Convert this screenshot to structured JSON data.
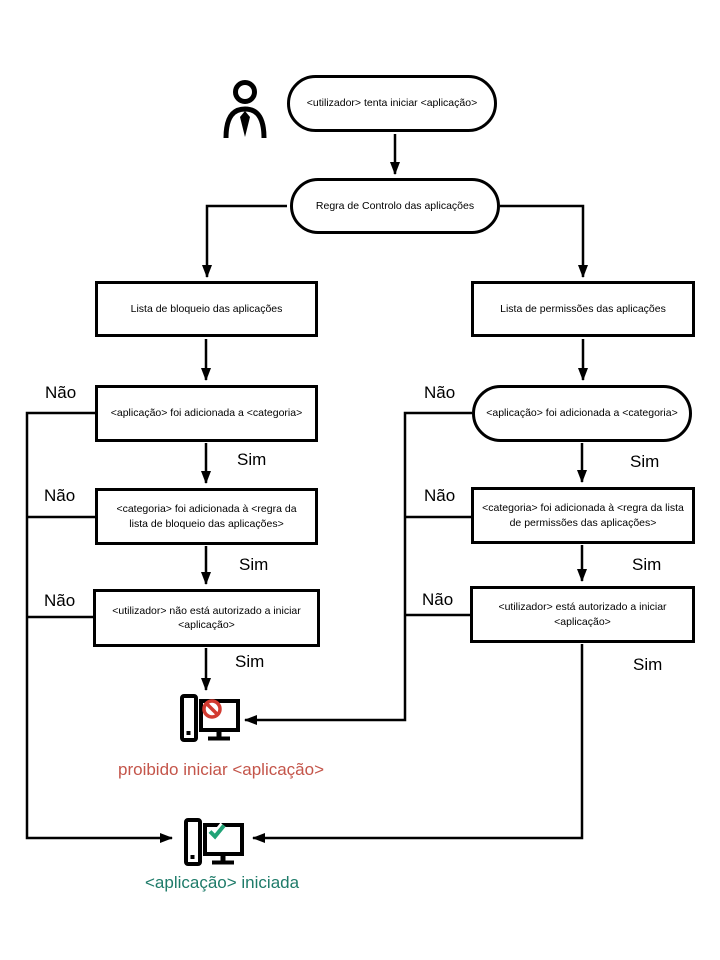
{
  "diagram": {
    "nodes": {
      "start": "<utilizador> tenta iniciar <aplicação>",
      "rule": "Regra de Controlo das aplicações",
      "block_list": "Lista de bloqueio das aplicações",
      "allow_list": "Lista de permissões das aplicações",
      "block_app_in_category": "<aplicação> foi adicionada a <categoria>",
      "allow_app_in_category": "<aplicação> foi adicionada a <categoria>",
      "block_category_in_rule": "<categoria> foi adicionada à <regra da lista de bloqueio das aplicações>",
      "allow_category_in_rule": "<categoria> foi adicionada à <regra da lista de permissões das aplicações>",
      "block_user_not_authorized": "<utilizador> não está autorizado a iniciar <aplicação>",
      "allow_user_authorized": "<utilizador> está autorizado a iniciar <aplicação>"
    },
    "labels": {
      "no": "Não",
      "yes": "Sim"
    },
    "outcomes": {
      "blocked": "proibido iniciar <aplicação>",
      "started": "<aplicação> iniciada"
    },
    "icons": {
      "person": "person-icon",
      "blocked_computer": "computer-prohibited-icon",
      "started_computer": "computer-check-icon"
    },
    "colors": {
      "line": "#000000",
      "prohibited_red": "#d23b31",
      "blocked_text_red": "#c4554a",
      "check_green": "#1fa376",
      "started_text_green": "#1e7b69"
    }
  }
}
